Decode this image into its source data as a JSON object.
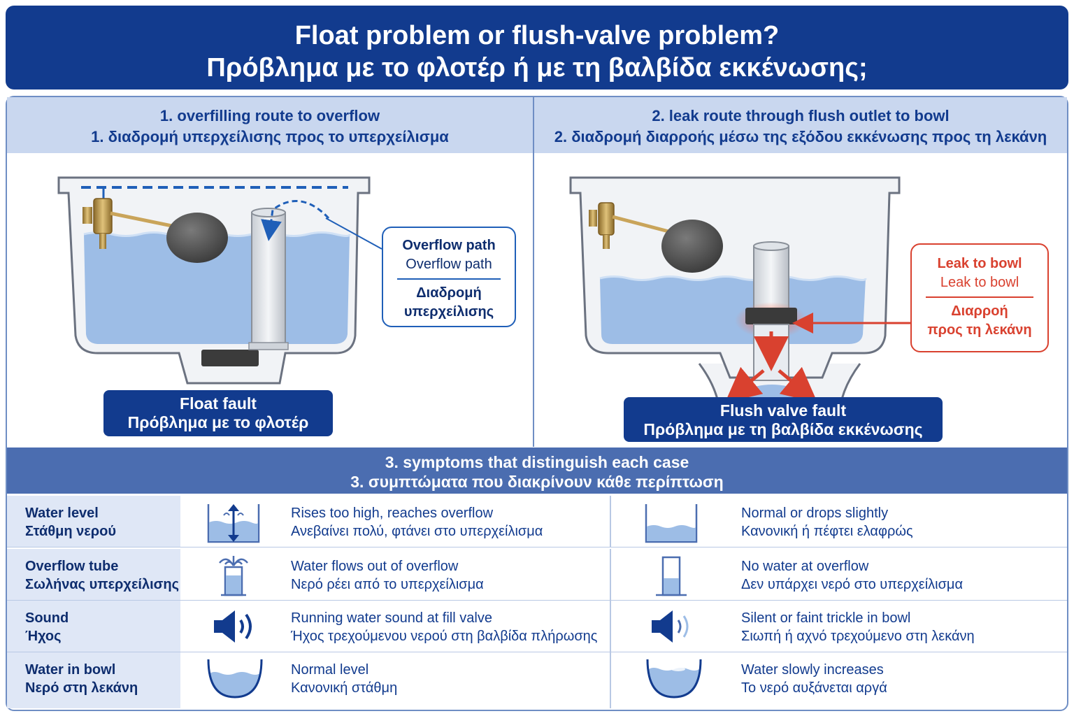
{
  "title": {
    "line1": "Float problem or flush-valve problem?",
    "line2": "Πρόβλημα με το φλοτέρ ή με τη βαλβίδα εκκένωσης;"
  },
  "section1": {
    "heading_en": "1. overfilling route to overflow",
    "heading_el": "1. διαδρομή υπερχείλισης προς το υπερχείλισμα",
    "callout": {
      "line1": "Overflow path",
      "line2": "Overflow path",
      "line3": "Διαδρομή",
      "line4": "υπερχείλισης",
      "color": "#1f5fb8"
    },
    "fault_en": "Float fault",
    "fault_el": "Πρόβλημα με το φλοτέρ"
  },
  "section2": {
    "heading_en": "2. leak route through flush outlet to bowl",
    "heading_el": "2. διαδρομή διαρροής μέσω της εξόδου εκκένωσης προς τη λεκάνη",
    "callout": {
      "line1": "Leak to bowl",
      "line2": "Leak to bowl",
      "line3": "Διαρροή",
      "line4": "προς τη λεκάνη",
      "color": "#d9412f"
    },
    "fault_en": "Flush valve fault",
    "fault_el": "Πρόβλημα με τη βαλβίδα εκκένωσης"
  },
  "section3": {
    "heading_en": "3. symptoms that distinguish each case",
    "heading_el": "3. συμπτώματα που διακρίνουν κάθε περίπτωση"
  },
  "symptoms": [
    {
      "label_en": "Water level",
      "label_el": "Στάθμη νερού",
      "left_icon": "tank-level-rising-icon",
      "left_en": "Rises too high, reaches overflow",
      "left_el": "Ανεβαίνει πολύ, φτάνει στο υπερχείλισμα",
      "right_icon": "tank-level-normal-icon",
      "right_en": "Normal or drops slightly",
      "right_el": "Κανονική ή πέφτει ελαφρώς"
    },
    {
      "label_en": "Overflow tube",
      "label_el": "Σωλήνας υπερχείλισης",
      "left_icon": "overflow-fountain-icon",
      "left_en": "Water flows out of overflow",
      "left_el": "Νερό ρέει από το υπερχείλισμα",
      "right_icon": "overflow-tube-dry-icon",
      "right_en": "No water at overflow",
      "right_el": "Δεν υπάρχει νερό στο υπερχείλισμα"
    },
    {
      "label_en": "Sound",
      "label_el": "Ήχος",
      "left_icon": "speaker-loud-icon",
      "left_en": "Running water sound at fill valve",
      "left_el": "Ήχος τρεχούμενου νερού στη βαλβίδα πλήρωσης",
      "right_icon": "speaker-quiet-icon",
      "right_en": "Silent or faint trickle in bowl",
      "right_el": "Σιωπή ή αχνό τρεχούμενο στη λεκάνη"
    },
    {
      "label_en": "Water in bowl",
      "label_el": "Νερό στη λεκάνη",
      "left_icon": "bowl-normal-icon",
      "left_en": "Normal level",
      "left_el": "Κανονική στάθμη",
      "right_icon": "bowl-rising-icon",
      "right_en": "Water slowly increases",
      "right_el": "Το νερό αυξάνεται αργά"
    }
  ],
  "colors": {
    "navy": "#123b8e",
    "header_bg": "#c9d7ef",
    "water": "#9dbde6",
    "leak_red": "#d9412f",
    "brass": "#c9a45a"
  }
}
